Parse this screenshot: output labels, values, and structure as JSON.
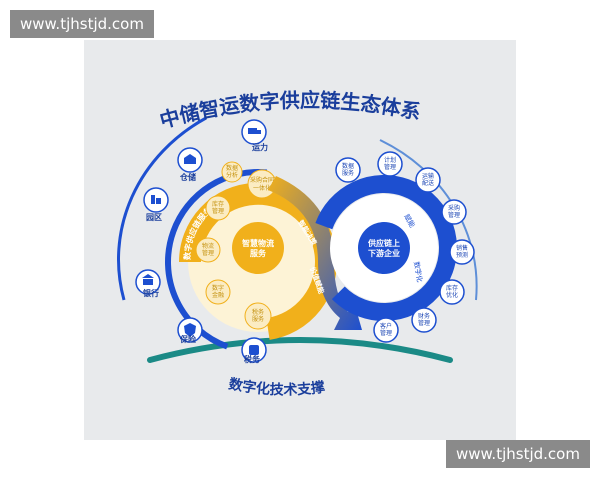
{
  "watermark_top": "www.tjhstjd.com",
  "watermark_bottom": "www.tjhstjd.com",
  "title": "中储智运数字供应链生态体系",
  "bottom_title": "数字化技术支撑",
  "outer_nodes": [
    {
      "label": "运力",
      "icon": "truck-icon"
    },
    {
      "label": "仓储",
      "icon": "warehouse-icon"
    },
    {
      "label": "园区",
      "icon": "park-icon"
    },
    {
      "label": "银行",
      "icon": "bank-icon"
    },
    {
      "label": "保险",
      "icon": "shield-icon"
    },
    {
      "label": "税务",
      "icon": "tax-icon"
    }
  ],
  "yellow_arc_label": "数字供应链服务",
  "yellow_center": [
    "智慧物流",
    "服务"
  ],
  "yellow_nodes": [
    {
      "lines": [
        "采购合同",
        "一体化"
      ]
    },
    {
      "lines": [
        "库存",
        "管理"
      ]
    },
    {
      "lines": [
        "物流",
        "管理"
      ]
    },
    {
      "lines": [
        "数字",
        "金融"
      ]
    },
    {
      "lines": [
        "税务",
        "服务"
      ]
    },
    {
      "lines": [
        "数据",
        "分析"
      ]
    }
  ],
  "arrow_labels": [
    "智能决策",
    "价值赋能"
  ],
  "blue_center": [
    "供应链上",
    "下游企业"
  ],
  "blue_inner_text": [
    "赋能",
    "数字化"
  ],
  "blue_nodes": [
    {
      "lines": [
        "数据",
        "服务"
      ]
    },
    {
      "lines": [
        "计划",
        "管理"
      ]
    },
    {
      "lines": [
        "运输",
        "配送"
      ]
    },
    {
      "lines": [
        "采购",
        "管理"
      ]
    },
    {
      "lines": [
        "销售",
        "预测"
      ]
    },
    {
      "lines": [
        "库存",
        "优化"
      ]
    },
    {
      "lines": [
        "财务",
        "管理"
      ]
    },
    {
      "lines": [
        "客户",
        "管理"
      ]
    }
  ],
  "colors": {
    "blue": "#1d4fd0",
    "dark_blue": "#1a3e9c",
    "yellow": "#f1b01b",
    "teal": "#1b8a86",
    "panel": "#e8eaec"
  }
}
